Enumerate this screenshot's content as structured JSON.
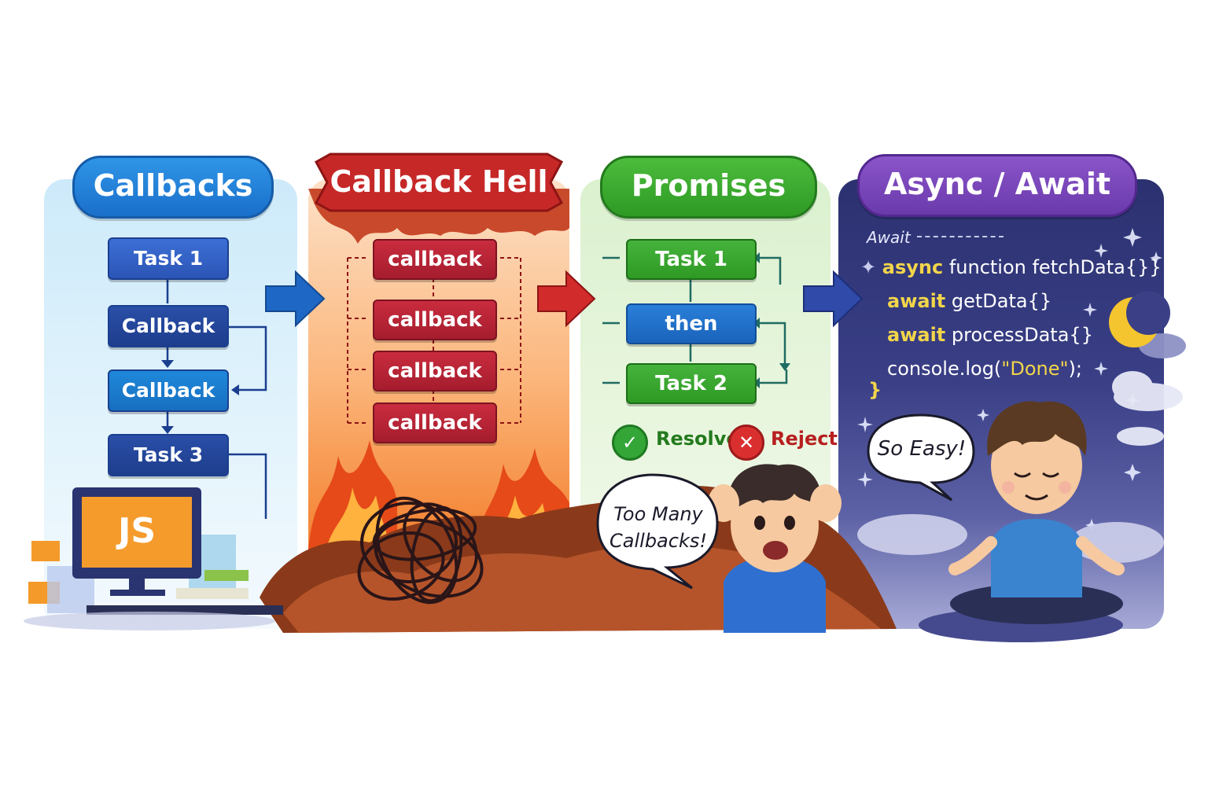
{
  "stages": [
    {
      "title": "Callbacks",
      "color": "#1a6fcb",
      "boxes": [
        "Task 1",
        "Callback",
        "Callback",
        "Task 3"
      ]
    },
    {
      "title": "Callback Hell",
      "color": "#c92c3e",
      "boxes": [
        "callback",
        "callback",
        "callback",
        "callback"
      ]
    },
    {
      "title": "Promises",
      "color": "#2e9a25",
      "boxes": [
        "Task 1",
        "then",
        "Task 2"
      ],
      "outcomes": {
        "resolve": "Resolve",
        "reject": "Reject"
      }
    },
    {
      "title": "Async / Await",
      "color": "#6a3aab",
      "code_header": "Await",
      "code": [
        {
          "keyword": "async",
          "rest": " function fetchData{}}"
        },
        {
          "keyword": "await",
          "rest": " getData{}"
        },
        {
          "keyword": "await",
          "rest": " processData{}"
        },
        {
          "keyword": "",
          "rest": "console.log(",
          "string": "\"Done\"",
          "tail": ");"
        },
        {
          "keyword": "}",
          "rest": ""
        }
      ]
    }
  ],
  "speech": {
    "frustrated": [
      "Too Many",
      "Callbacks!"
    ],
    "relaxed": "So Easy!"
  },
  "monitor_label": "JS",
  "icons": [
    "arrow-right-icon",
    "check-icon",
    "cross-icon",
    "moon-icon",
    "sparkle-icon",
    "fire-icon",
    "tangled-knot-icon"
  ]
}
